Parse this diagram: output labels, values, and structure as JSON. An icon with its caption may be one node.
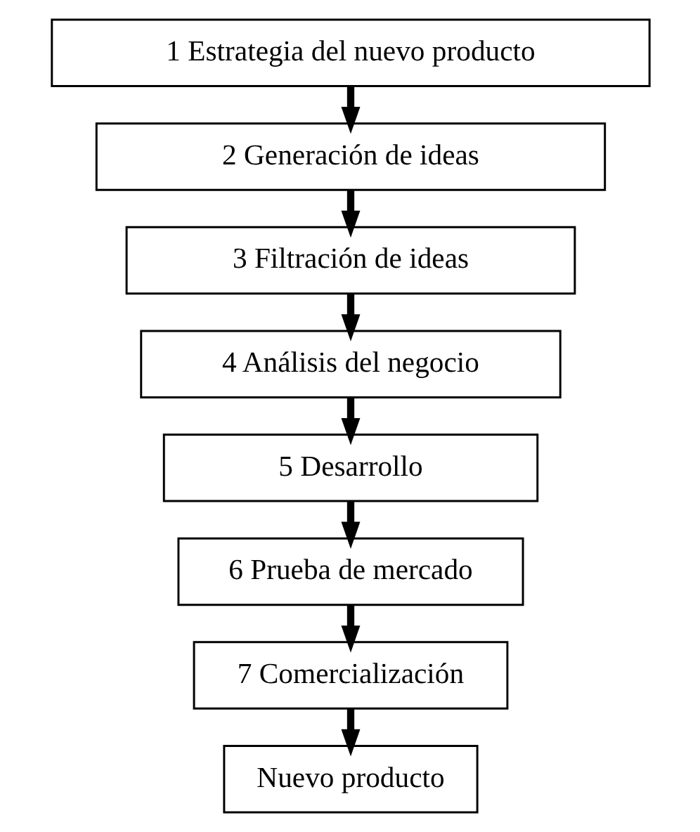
{
  "diagram": {
    "nodes": [
      {
        "text": [
          "1 Estrategia del nuevo producto"
        ]
      },
      {
        "text": [
          "2 Generación de ideas"
        ]
      },
      {
        "text": [
          "3 Filtración de ideas"
        ]
      },
      {
        "text": [
          "4 Análisis del negocio"
        ]
      },
      {
        "text": [
          "5 Desarrollo"
        ]
      },
      {
        "text": [
          "6 Prueba de mercado"
        ]
      },
      {
        "text": [
          "7 Comercialización"
        ]
      },
      {
        "text": [
          "Nuevo producto"
        ]
      }
    ],
    "edges": [
      {
        "from": 0,
        "to": 1,
        "arrow": "to"
      },
      {
        "from": 1,
        "to": 2,
        "arrow": "to"
      },
      {
        "from": 2,
        "to": 3,
        "arrow": "to"
      },
      {
        "from": 3,
        "to": 4,
        "arrow": "to"
      },
      {
        "from": 4,
        "to": 5,
        "arrow": "to"
      },
      {
        "from": 5,
        "to": 6,
        "arrow": "to"
      },
      {
        "from": 6,
        "to": 7,
        "arrow": "to"
      }
    ]
  }
}
